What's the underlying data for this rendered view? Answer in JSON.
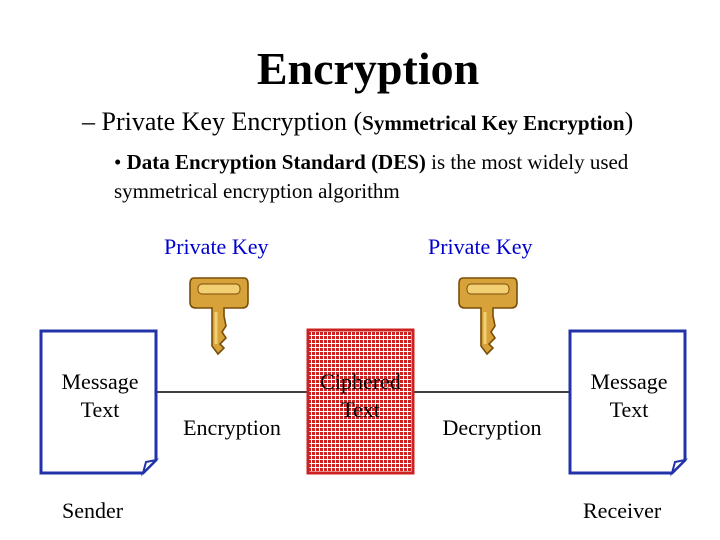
{
  "title": "Encryption",
  "subtitle": {
    "prefix": "– Private Key Encryption (",
    "bold": "Symmetrical Key Encryption",
    "suffix": ")"
  },
  "bullet": {
    "marker": "•",
    "bold": "Data Encryption Standard (DES)",
    "rest": " is the most widely used symmetrical encryption algorithm"
  },
  "diagram": {
    "left_key_label": "Private Key",
    "right_key_label": "Private Key",
    "sender_doc_line1": "Message",
    "sender_doc_line2": "Text",
    "encryption_label": "Encryption",
    "cipher_line1": "Ciphered",
    "cipher_line2": "Text",
    "decryption_label": "Decryption",
    "receiver_doc_line1": "Message",
    "receiver_doc_line2": "Text",
    "sender_label": "Sender",
    "receiver_label": "Receiver"
  },
  "colors": {
    "document_border": "#2233aa",
    "cipher_fill": "#cc2222",
    "key_fill": "#d8a23a",
    "key_outline": "#7a4e08",
    "key_label": "#0000cc"
  }
}
